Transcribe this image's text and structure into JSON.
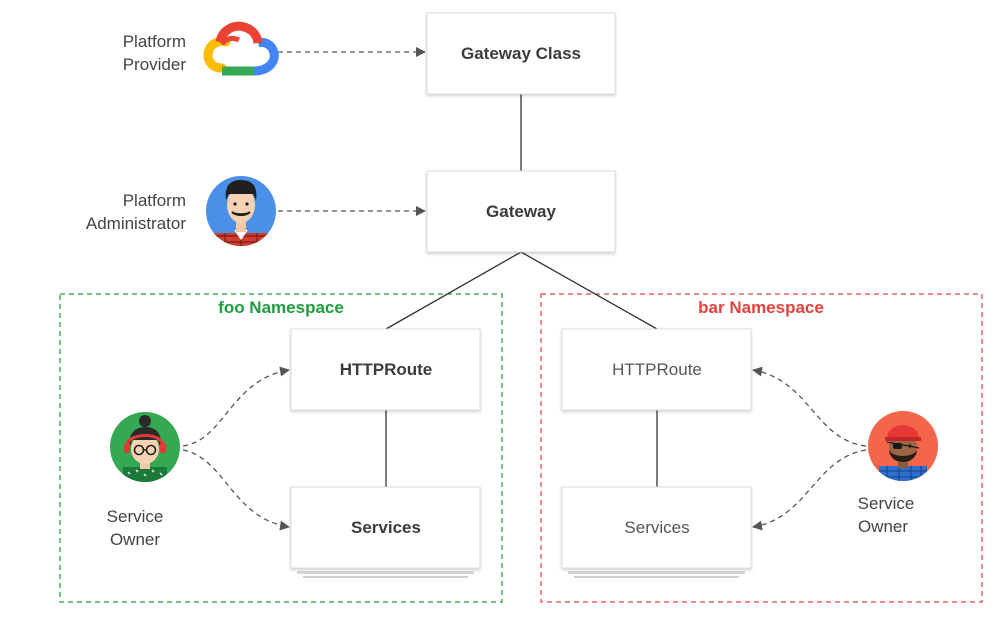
{
  "colors": {
    "foo_namespace": "#1e9e3e",
    "bar_namespace": "#e8413a",
    "box_border": "#dcdcdc",
    "connector": "#333333",
    "dashed_arrow": "#555555"
  },
  "actors": {
    "platform_provider": {
      "line1": "Platform",
      "line2": "Provider",
      "icon": "google-cloud-logo"
    },
    "platform_admin": {
      "line1": "Platform",
      "line2": "Administrator",
      "icon": "admin-avatar"
    },
    "service_owner_foo": {
      "line1": "Service",
      "line2": "Owner",
      "icon": "service-owner-avatar-green"
    },
    "service_owner_bar": {
      "line1": "Service",
      "line2": "Owner",
      "icon": "service-owner-avatar-orange"
    }
  },
  "boxes": {
    "gateway_class": "Gateway Class",
    "gateway": "Gateway",
    "foo_httproute": "HTTPRoute",
    "foo_services": "Services",
    "bar_httproute": "HTTPRoute",
    "bar_services": "Services"
  },
  "namespaces": {
    "foo": "foo Namespace",
    "bar": "bar Namespace"
  }
}
